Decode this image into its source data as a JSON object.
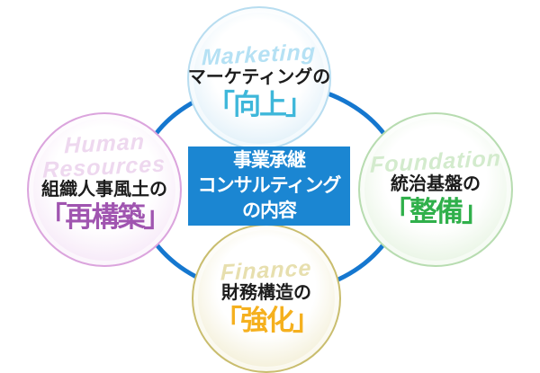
{
  "title_box": {
    "lines": [
      "事業承継",
      "コンサルティング",
      "の内容"
    ],
    "bg": "#1b86d2",
    "text_color": "#ffffff"
  },
  "ring_color": "#1577cf",
  "bubbles": [
    {
      "id": "marketing",
      "en": "Marketing",
      "jp": "マーケティングの",
      "keyword": "「向上」",
      "colors": {
        "border": "#b8ddf0",
        "tint": "#d6ebf7",
        "en": "#b5e1f4",
        "accent": "#3eb7da"
      }
    },
    {
      "id": "human-resources",
      "en": "Human Resources",
      "jp": "組織人事風土の",
      "keyword": "「再構築」",
      "colors": {
        "border": "#dba4dd",
        "tint": "#f3e0f5",
        "en": "#eed8ef",
        "accent": "#a055b0"
      }
    },
    {
      "id": "foundation",
      "en": "Foundation",
      "jp": "統治基盤の",
      "keyword": "「整備」",
      "colors": {
        "border": "#b7dcb0",
        "tint": "#e0f1da",
        "en": "#d3ebcd",
        "accent": "#30b04b"
      }
    },
    {
      "id": "finance",
      "en": "Finance",
      "jp": "財務構造の",
      "keyword": "「強化」",
      "colors": {
        "border": "#c9bd6e",
        "tint": "#efe9c8",
        "en": "#e7dfae",
        "accent": "#f5b01e"
      }
    }
  ]
}
